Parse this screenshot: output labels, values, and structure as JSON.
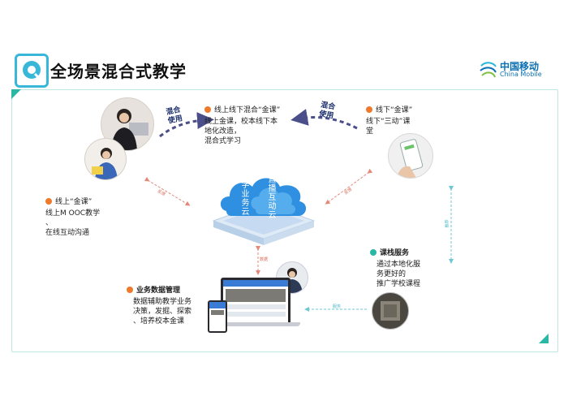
{
  "header": {
    "title": "全场景混合式教学",
    "brand_cn": "中国移动",
    "brand_en": "China Mobile"
  },
  "nodes": {
    "online_offline": {
      "title": "线上线下混合“金课”",
      "desc_lines": [
        "线上金课，校本线下本",
        "地化改造，",
        "混合式学习"
      ]
    },
    "offline": {
      "title": "线下“金课”",
      "desc_lines": [
        "线下“三动”课",
        "堂"
      ]
    },
    "online": {
      "title": "线上“金课”",
      "desc_lines": [
        "线上M OOC教学",
        "、",
        "在线互动沟通"
      ]
    },
    "course_service": {
      "title": "课栈服务",
      "desc_lines": [
        "通过本地化服",
        "务更好的",
        "推广学校课程"
      ]
    },
    "business_data": {
      "title": "业务数据管理",
      "desc_lines": [
        "数据辅助教学业务",
        "决策，发掘、探索",
        "、培养校本金课"
      ]
    }
  },
  "tags": {
    "mix_left": [
      "混合",
      "使用"
    ],
    "mix_right": [
      "混合",
      "使用"
    ]
  },
  "cloud": {
    "left": "教学业务云",
    "right": "直播互动云"
  },
  "connector_labels": {
    "left": "反馈",
    "right": "反馈",
    "bottom": "数据",
    "right_vertical": "推荐",
    "bottom_right": "服务"
  },
  "colors": {
    "accent_orange": "#ef7a2b",
    "accent_teal": "#2bb7a6",
    "frame": "#bfe6e0",
    "cloud_blue": "#2f8fe0"
  }
}
